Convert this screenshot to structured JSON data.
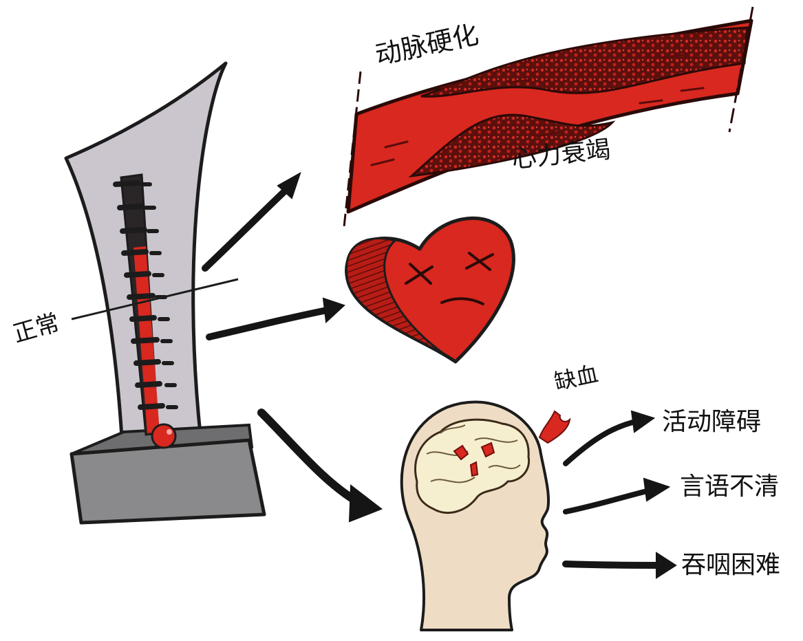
{
  "labels": {
    "arteriosclerosis": "动脉硬化",
    "heart_failure": "心力衰竭",
    "normal": "正常",
    "ischemia": "缺血",
    "activity_disorder": "活动障碍",
    "unclear_speech": "言语不清",
    "swallowing_difficulty": "吞咽困难"
  },
  "colors": {
    "blood_red": "#d8281f",
    "dark_red": "#6e0f0c",
    "gauge_body": "#cbc6cd",
    "gauge_base": "#8a8a8c",
    "head_skin": "#efdcc4",
    "brain": "#f6efcf",
    "arrow": "#151515"
  },
  "icons": {
    "gauge": "blood-pressure-gauge-icon",
    "artery": "artery-plaque-icon",
    "heart": "tired-heart-icon",
    "head": "head-with-brain-icon",
    "clot": "blood-clot-icon"
  }
}
